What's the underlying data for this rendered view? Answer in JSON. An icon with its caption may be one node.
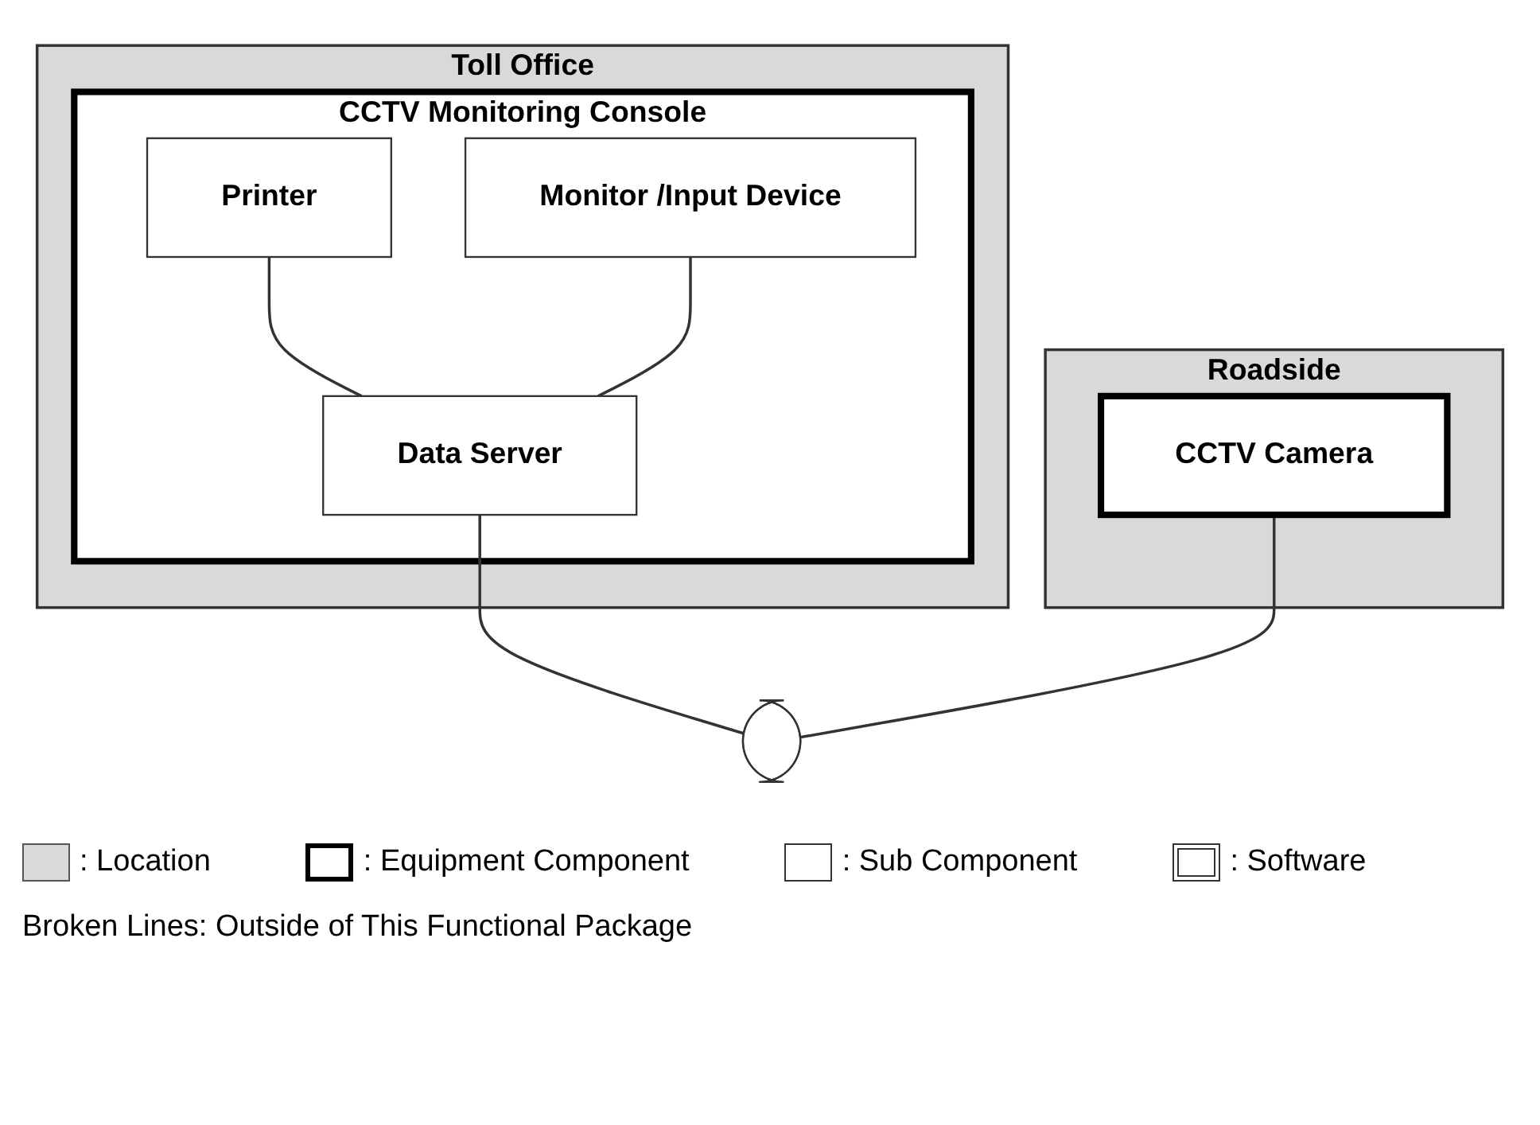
{
  "diagram": {
    "nodes": [
      {
        "text": [
          "Toll Office"
        ]
      },
      {
        "text": [
          "CCTV Monitoring Console"
        ],
        "in": 0
      },
      {
        "text": [
          "Printer"
        ],
        "in": 1
      },
      {
        "text": [
          "Monitor /Input Device"
        ],
        "in": 1
      },
      {
        "text": [
          "Data Server"
        ],
        "in": 1
      },
      {
        "text": [
          "Roadside"
        ]
      },
      {
        "text": [
          "CCTV Camera"
        ],
        "in": 5
      },
      {
        "text": [],
        "shape": "bar"
      }
    ],
    "edges": [
      {
        "from": 2,
        "to": 4,
        "arrow": "none"
      },
      {
        "from": 3,
        "to": 4,
        "arrow": "none"
      },
      {
        "from": 4,
        "to": 7,
        "arrow": "none"
      },
      {
        "from": 6,
        "to": 7,
        "arrow": "none"
      }
    ],
    "labels": [
      "Broken Lines: Outside of This Functional Package"
    ],
    "legend": [
      {
        "text": ": Location",
        "color": "#d9d9d9"
      },
      {
        "text": ": Equipment Component"
      },
      {
        "text": ": Sub Component"
      },
      {
        "text": ": Software"
      }
    ]
  }
}
